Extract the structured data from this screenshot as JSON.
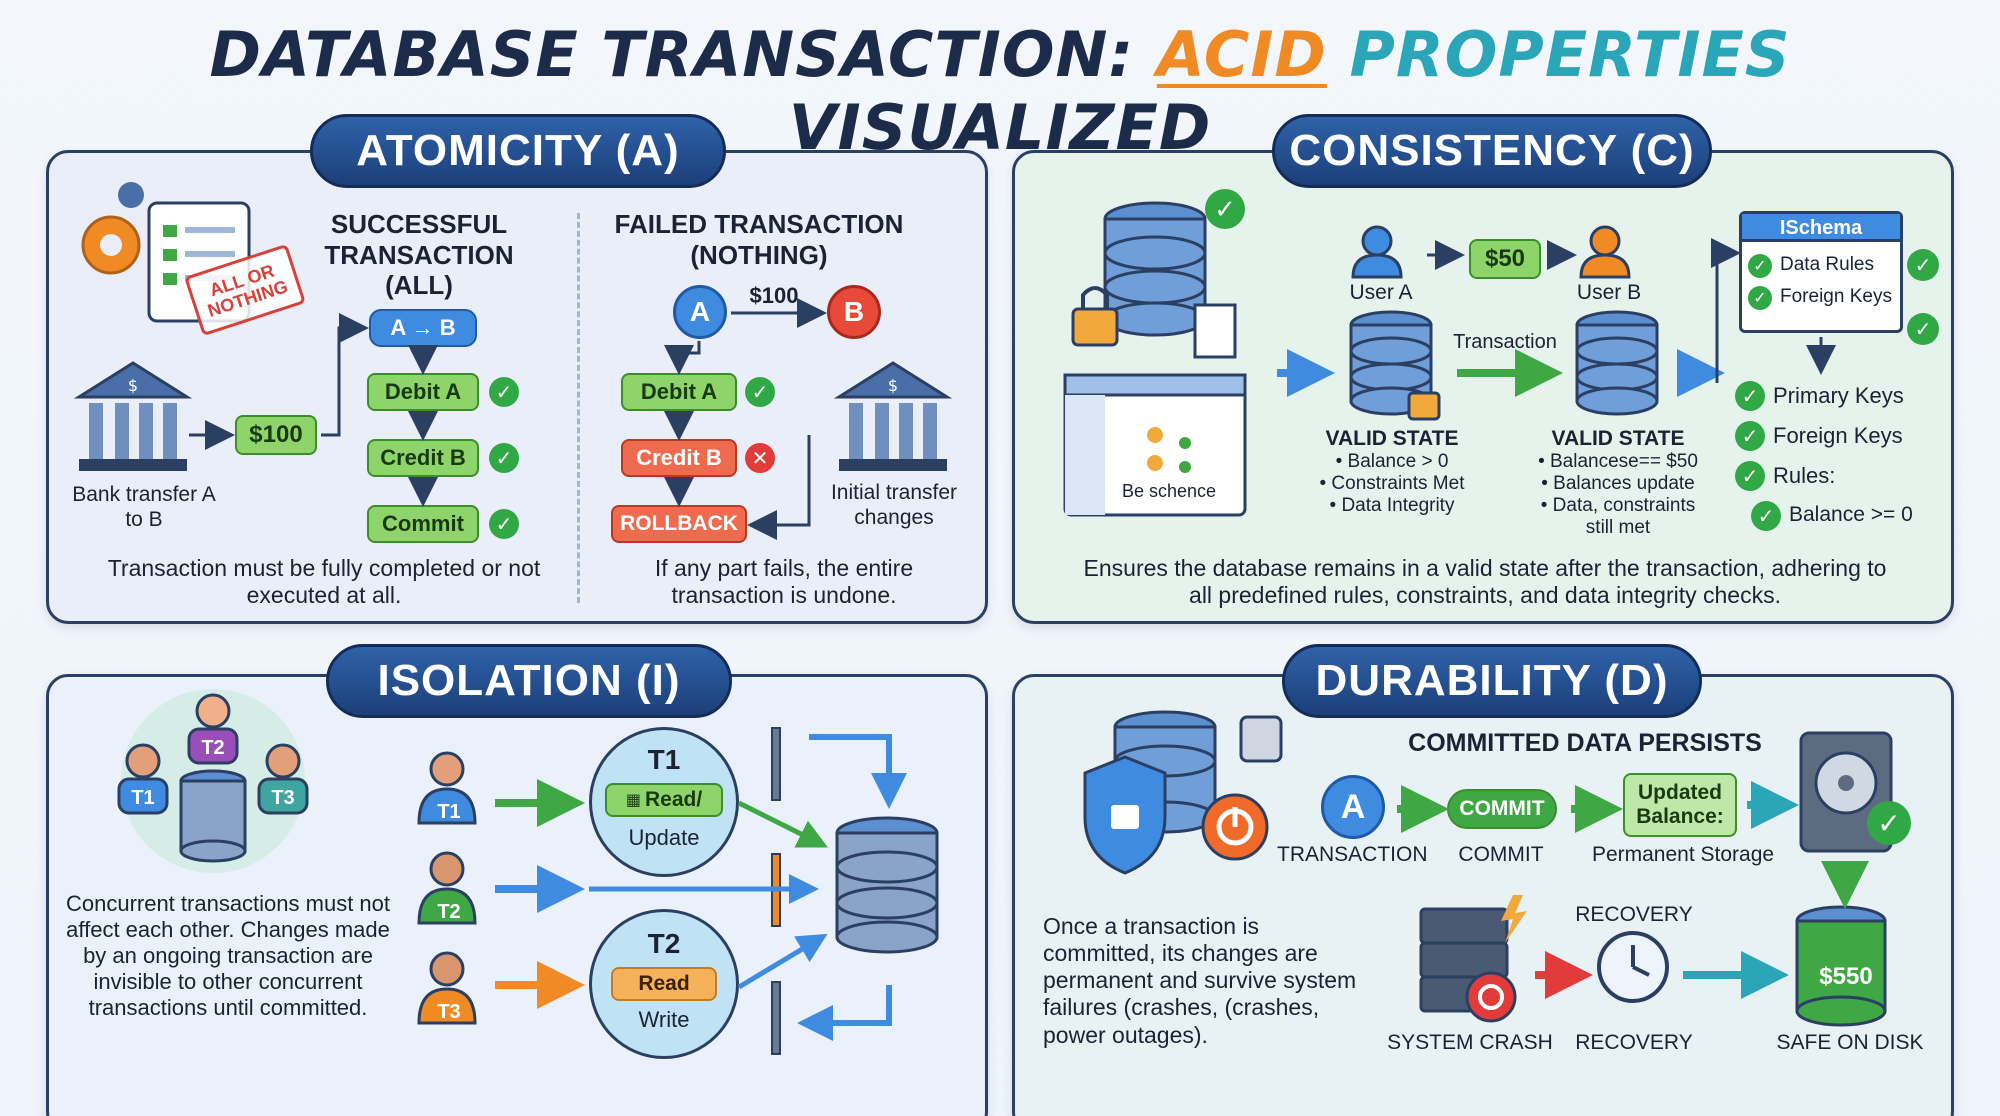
{
  "title": {
    "part1": "DATABASE TRANSACTION: ",
    "acid": "ACID",
    "props": "PROPERTIES",
    "part3": " VISUALIZED"
  },
  "colors": {
    "navy": "#1c3f7a",
    "orange": "#f08a24",
    "teal": "#2aa6b8",
    "green": "#8fd46a",
    "red": "#ef6b4f"
  },
  "atomicity": {
    "header": "ATOMICITY (A)",
    "stamp": "ALL OR NOTHING",
    "success_title": "SUCCESSFUL TRANSACTION (ALL)",
    "failed_title": "FAILED TRANSACTION (NOTHING)",
    "ab": "A → B",
    "amount": "$100",
    "debit": "Debit A",
    "credit": "Credit B",
    "commit": "Commit",
    "rollback": "ROLLBACK",
    "node_a": "A",
    "node_b": "B",
    "bank_label": "Bank transfer A to B",
    "initial_label": "Initial transfer changes",
    "desc_left": "Transaction must be fully completed or not executed at all.",
    "desc_right": "If any part fails, the entire transaction is undone."
  },
  "consistency": {
    "header": "CONSISTENCY (C)",
    "user_a": "User A",
    "user_b": "User B",
    "amount": "$50",
    "transaction": "Transaction",
    "schema_window": "Be schence",
    "valid1_title": "VALID STATE",
    "valid1_items": [
      "• Balance > 0",
      "• Constraints Met",
      "• Data Integrity"
    ],
    "valid2_title": "VALID STATE",
    "valid2_items": [
      "• Balancese== $50",
      "• Balances update",
      "• Data, constraints",
      "still met"
    ],
    "schema_title": "ISchema",
    "schema_rows": [
      "Data Rules",
      "Foreign Keys"
    ],
    "checks": [
      "Primary Keys",
      "Foreign Keys",
      "Rules:",
      "Balance >= 0"
    ],
    "desc": "Ensures the database remains in a valid state after the transaction, adhering to all predefined rules, constraints, and data integrity checks."
  },
  "isolation": {
    "header": "ISOLATION (I)",
    "users": [
      "T1",
      "T2",
      "T3"
    ],
    "t1": "T1",
    "t1_op": "Read/",
    "t1_op2": "Update",
    "t2": "T2",
    "t2_op": "Read",
    "t2_op2": "Write",
    "desc": "Concurrent transactions must not affect each other. Changes made by an ongoing transaction are invisible to other concurrent transactions until committed."
  },
  "durability": {
    "header": "DURABILITY (D)",
    "persists": "COMMITTED DATA PERSISTS",
    "node_a": "A",
    "commit_box": "COMMIT",
    "updated": "Updated Balance:",
    "lbl_transaction": "TRANSACTION",
    "lbl_commit": "COMMIT",
    "lbl_storage": "Permanent Storage",
    "recovery_top": "RECOVERY",
    "lbl_crash": "SYSTEM CRASH",
    "lbl_recovery": "RECOVERY",
    "lbl_safe": "SAFE ON DISK",
    "disk_value": "$550",
    "desc": "Once a transaction is committed, its changes are permanent and survive system failures (crashes, (crashes, power outages)."
  }
}
